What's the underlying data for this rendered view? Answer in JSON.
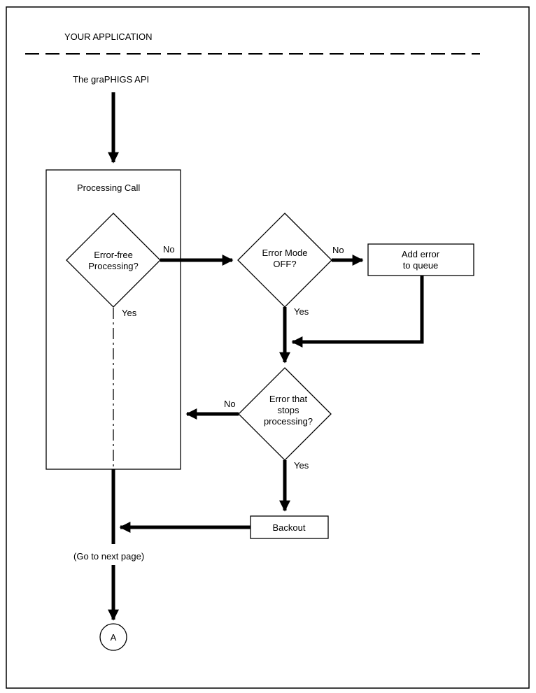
{
  "header": {
    "app_label": "YOUR APPLICATION",
    "api_label": "The graPHIGS API"
  },
  "container": {
    "title": "Processing Call"
  },
  "decisions": {
    "error_free": {
      "line1": "Error-free",
      "line2": "Processing?"
    },
    "error_mode": {
      "line1": "Error Mode",
      "line2": "OFF?"
    },
    "stops_processing": {
      "line1": "Error that",
      "line2": "stops",
      "line3": "processing?"
    }
  },
  "boxes": {
    "add_error": {
      "line1": "Add error",
      "line2": "to queue"
    },
    "backout": {
      "label": "Backout"
    }
  },
  "branch_labels": {
    "error_free_no": "No",
    "error_free_yes": "Yes",
    "error_mode_no": "No",
    "error_mode_yes": "Yes",
    "stops_no": "No",
    "stops_yes": "Yes"
  },
  "footer": {
    "next_page": "(Go to next page)",
    "connector": "A"
  }
}
